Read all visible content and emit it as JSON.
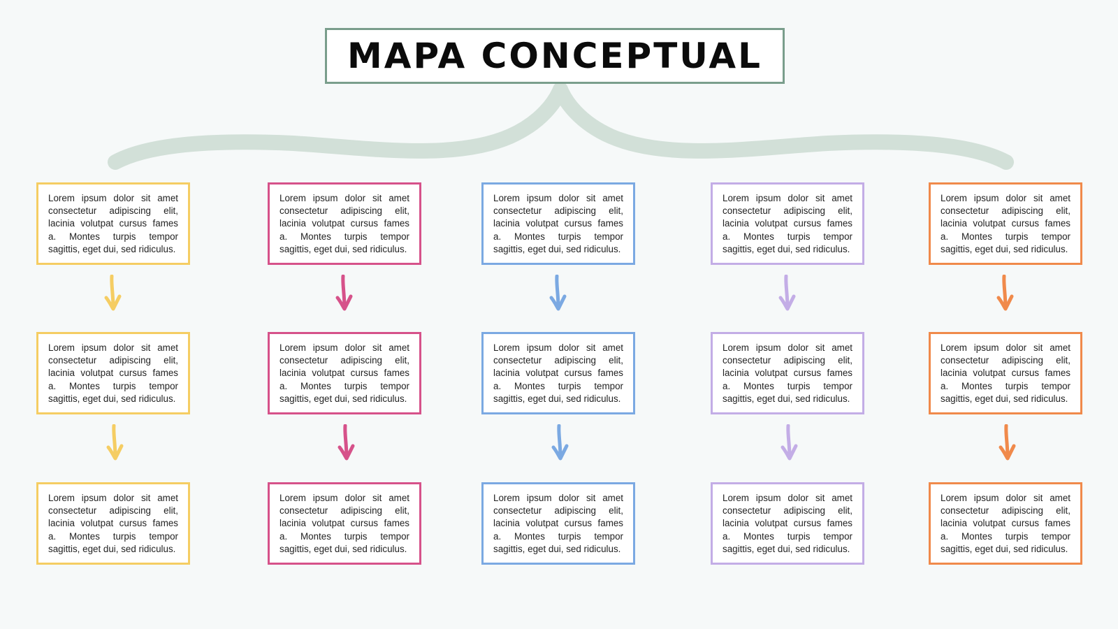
{
  "title": "MAPA CONCEPTUAL",
  "colors": {
    "background": "#f6f9f9",
    "title_border": "#7a9e8c",
    "brace": "#d2e0d8"
  },
  "columns": [
    {
      "color": "#f5cd63",
      "nodes": [
        "Lorem ipsum dolor sit amet consectetur adipiscing elit, lacinia volutpat cursus fames a. Montes turpis tempor sagittis, eget dui, sed ridiculus.",
        "Lorem ipsum dolor sit amet consectetur adipiscing elit, lacinia volutpat cursus fames a. Montes turpis tempor sagittis, eget dui, sed ridiculus.",
        "Lorem ipsum dolor sit amet consectetur adipiscing elit, lacinia volutpat cursus fames a. Montes turpis tempor sagittis, eget dui, sed ridiculus."
      ]
    },
    {
      "color": "#d6528a",
      "nodes": [
        "Lorem ipsum dolor sit amet consectetur adipiscing elit, lacinia volutpat cursus fames a. Montes turpis tempor sagittis, eget dui, sed ridiculus.",
        "Lorem ipsum dolor sit amet consectetur adipiscing elit, lacinia volutpat cursus fames a. Montes turpis tempor sagittis, eget dui, sed ridiculus.",
        "Lorem ipsum dolor sit amet consectetur adipiscing elit, lacinia volutpat cursus fames a. Montes turpis tempor sagittis, eget dui, sed ridiculus."
      ]
    },
    {
      "color": "#7ba9e2",
      "nodes": [
        "Lorem ipsum dolor sit amet consectetur adipiscing elit, lacinia volutpat cursus fames a. Montes turpis tempor sagittis, eget dui, sed ridiculus.",
        "Lorem ipsum dolor sit amet consectetur adipiscing elit, lacinia volutpat cursus fames a. Montes turpis tempor sagittis, eget dui, sed ridiculus.",
        "Lorem ipsum dolor sit amet consectetur adipiscing elit, lacinia volutpat cursus fames a. Montes turpis tempor sagittis, eget dui, sed ridiculus."
      ]
    },
    {
      "color": "#c3ade6",
      "nodes": [
        "Lorem ipsum dolor sit amet consectetur adipiscing elit, lacinia volutpat cursus fames a. Montes turpis tempor sagittis, eget dui, sed ridiculus.",
        "Lorem ipsum dolor sit amet consectetur adipiscing elit, lacinia volutpat cursus fames a. Montes turpis tempor sagittis, eget dui, sed ridiculus.",
        "Lorem ipsum dolor sit amet consectetur adipiscing elit, lacinia volutpat cursus fames a. Montes turpis tempor sagittis, eget dui, sed ridiculus."
      ]
    },
    {
      "color": "#f08a4b",
      "nodes": [
        "Lorem ipsum dolor sit amet consectetur adipiscing elit, lacinia volutpat cursus fames a. Montes turpis tempor sagittis, eget dui, sed ridiculus.",
        "Lorem ipsum dolor sit amet consectetur adipiscing elit, lacinia volutpat cursus fames a. Montes turpis tempor sagittis, eget dui, sed ridiculus.",
        "Lorem ipsum dolor sit amet consectetur adipiscing elit, lacinia volutpat cursus fames a. Montes turpis tempor sagittis, eget dui, sed ridiculus."
      ]
    }
  ]
}
